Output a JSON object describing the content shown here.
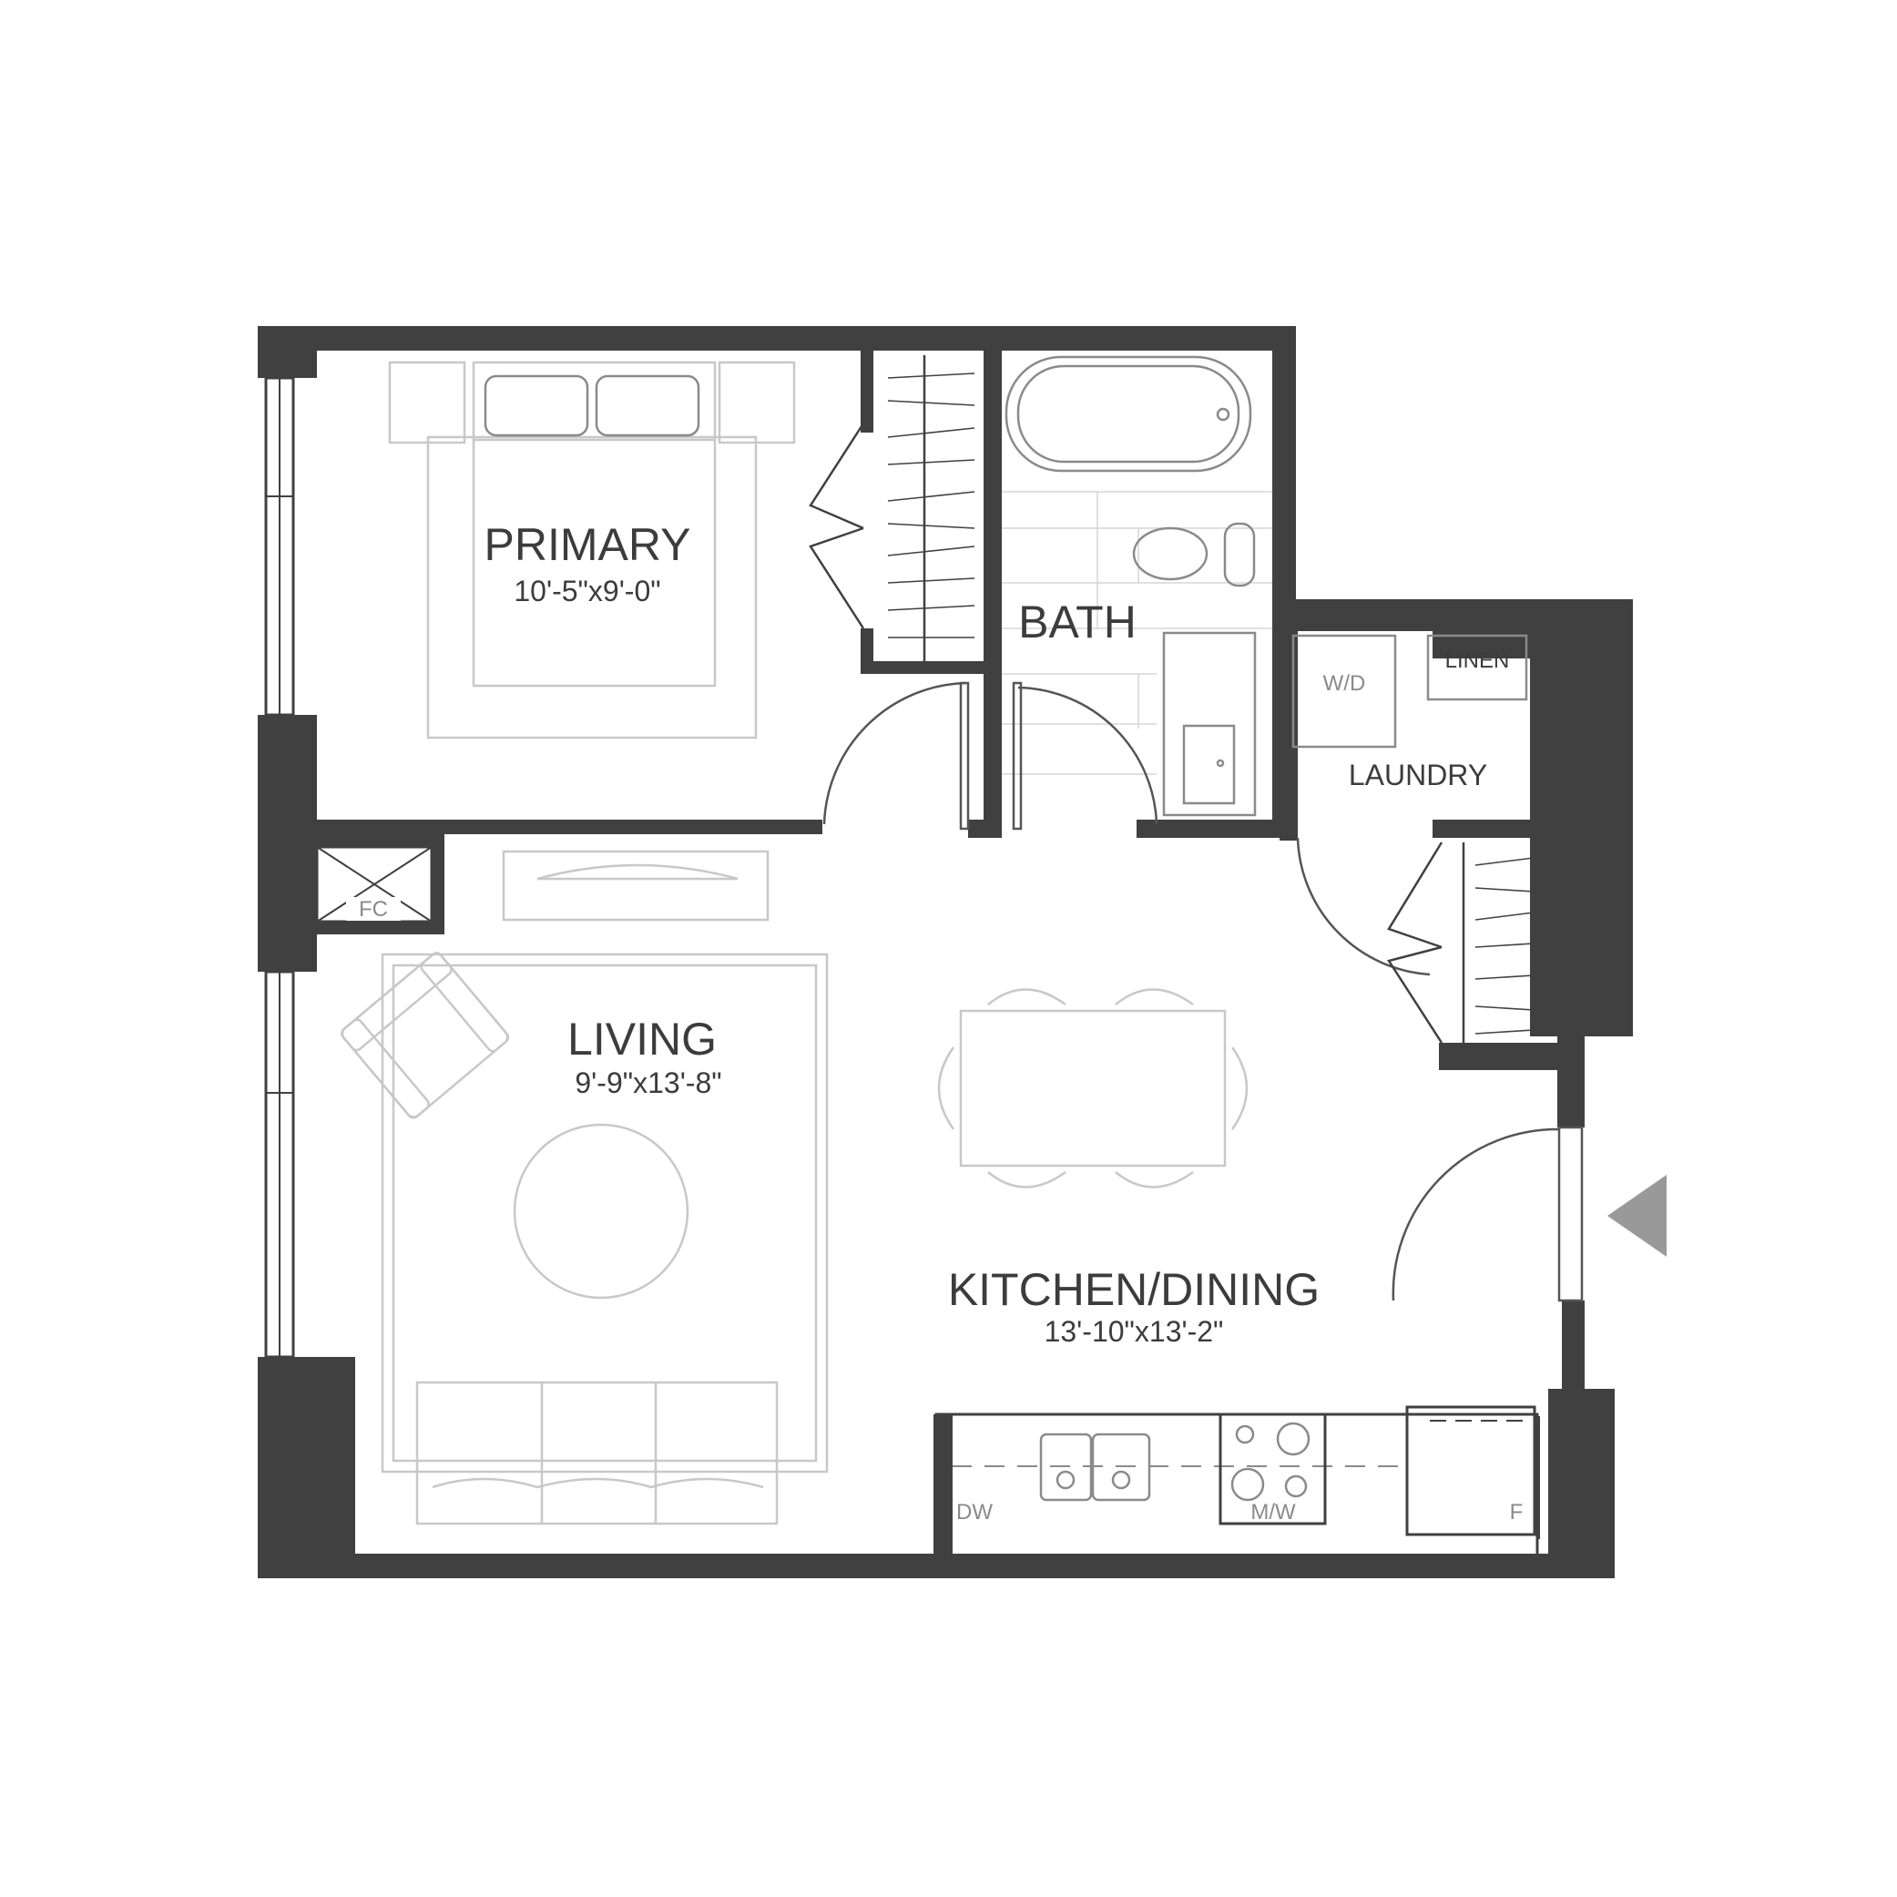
{
  "rooms": {
    "primary": {
      "name": "PRIMARY",
      "dimensions": "10'-5\"x9'-0\""
    },
    "bath": {
      "name": "BATH"
    },
    "laundry": {
      "name": "LAUNDRY"
    },
    "living": {
      "name": "LIVING",
      "dimensions": "9'-9\"x13'-8\""
    },
    "kitchen_dining": {
      "name": "KITCHEN/DINING",
      "dimensions": "13'-10\"x13'-2\""
    }
  },
  "fixtures": {
    "washer_dryer": "W/D",
    "linen": "LINEN",
    "fan_coil": "FC",
    "dishwasher": "DW",
    "microwave": "M/W",
    "fridge": "F"
  },
  "colors": {
    "wall": "#404040",
    "furniture": "#c8c8c8",
    "entry_marker": "#999999"
  }
}
